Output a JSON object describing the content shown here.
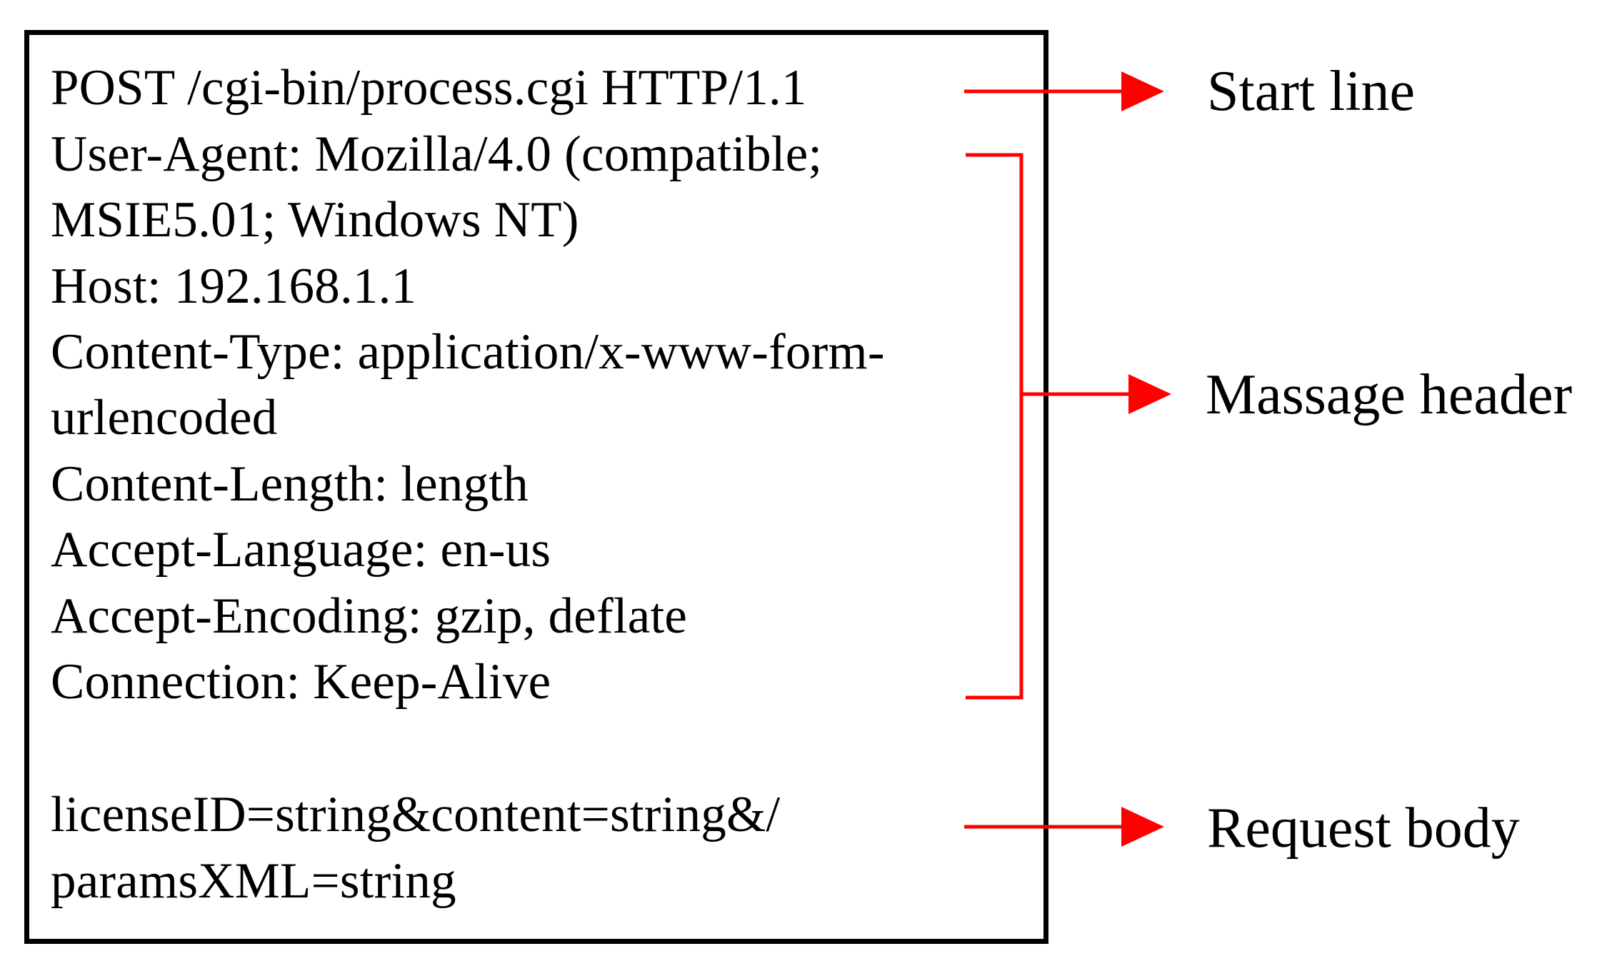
{
  "request": {
    "start_line": "POST /cgi-bin/process.cgi HTTP/1.1",
    "header_lines": [
      "User-Agent: Mozilla/4.0 (compatible;",
      "MSIE5.01; Windows NT)",
      "Host: 192.168.1.1",
      "Content-Type: application/x-www-form-",
      "urlencoded",
      "Content-Length: length",
      "Accept-Language: en-us",
      "Accept-Encoding: gzip, deflate",
      "Connection: Keep-Alive"
    ],
    "body_lines": [
      "licenseID=string&content=string&/",
      "paramsXML=string"
    ]
  },
  "labels": {
    "start_line": "Start  line",
    "message_header": "Massage header",
    "request_body": "Request body"
  },
  "colors": {
    "arrow": "#ff0000",
    "box_border": "#000000",
    "text": "#000000"
  }
}
